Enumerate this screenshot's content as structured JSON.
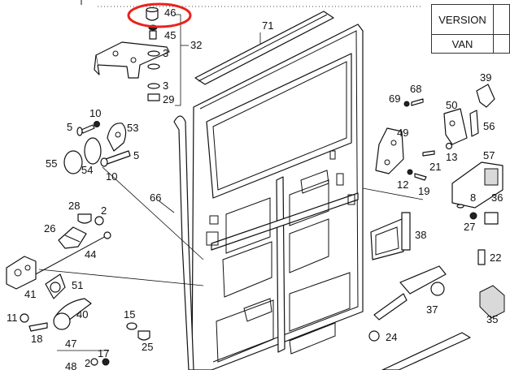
{
  "table": {
    "version_label": "VERSION",
    "van_label": "VAN"
  },
  "highlight": {
    "color": "#e8231b",
    "part": "46"
  },
  "labels": {
    "p2a": "2",
    "p2b": "2",
    "p3a": "3",
    "p3b": "3",
    "p5a": "5",
    "p5b": "5",
    "p8": "8",
    "p10a": "10",
    "p10b": "10",
    "p11": "11",
    "p12": "12",
    "p13": "13",
    "p15": "15",
    "p17": "17",
    "p18": "18",
    "p19": "19",
    "p21": "21",
    "p22": "22",
    "p24": "24",
    "p25": "25",
    "p26": "26",
    "p27": "27",
    "p28": "28",
    "p29": "29",
    "p32": "32",
    "p35": "35",
    "p36": "36",
    "p37": "37",
    "p38": "38",
    "p39": "39",
    "p40": "40",
    "p41": "41",
    "p44": "44",
    "p45": "45",
    "p46": "46",
    "p47": "47",
    "p48": "48",
    "p49": "49",
    "p50": "50",
    "p51": "51",
    "p53": "53",
    "p54": "54",
    "p55": "55",
    "p56": "56",
    "p57": "57",
    "p66": "66",
    "p68": "68",
    "p69": "69",
    "p71": "71"
  }
}
